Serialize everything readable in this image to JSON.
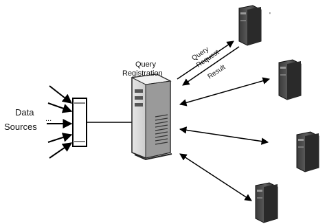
{
  "labels": {
    "data_sources_line1": "Data",
    "data_sources_line2": "Sources",
    "ellipsis": "...",
    "query_registration_line1": "Query",
    "query_registration_line2": "Registration",
    "query_request_line1": "Query",
    "query_request_line2": "Request",
    "result": "Result"
  },
  "colors": {
    "line": "#000000",
    "device_dark": "#1a1a1a",
    "device_mid": "#6b6b6b",
    "device_light": "#d8d8d8",
    "background": "#ffffff"
  },
  "icons": {
    "server": "server-tower-icon",
    "client": "client-computer-icon",
    "hub": "data-hub-icon"
  }
}
